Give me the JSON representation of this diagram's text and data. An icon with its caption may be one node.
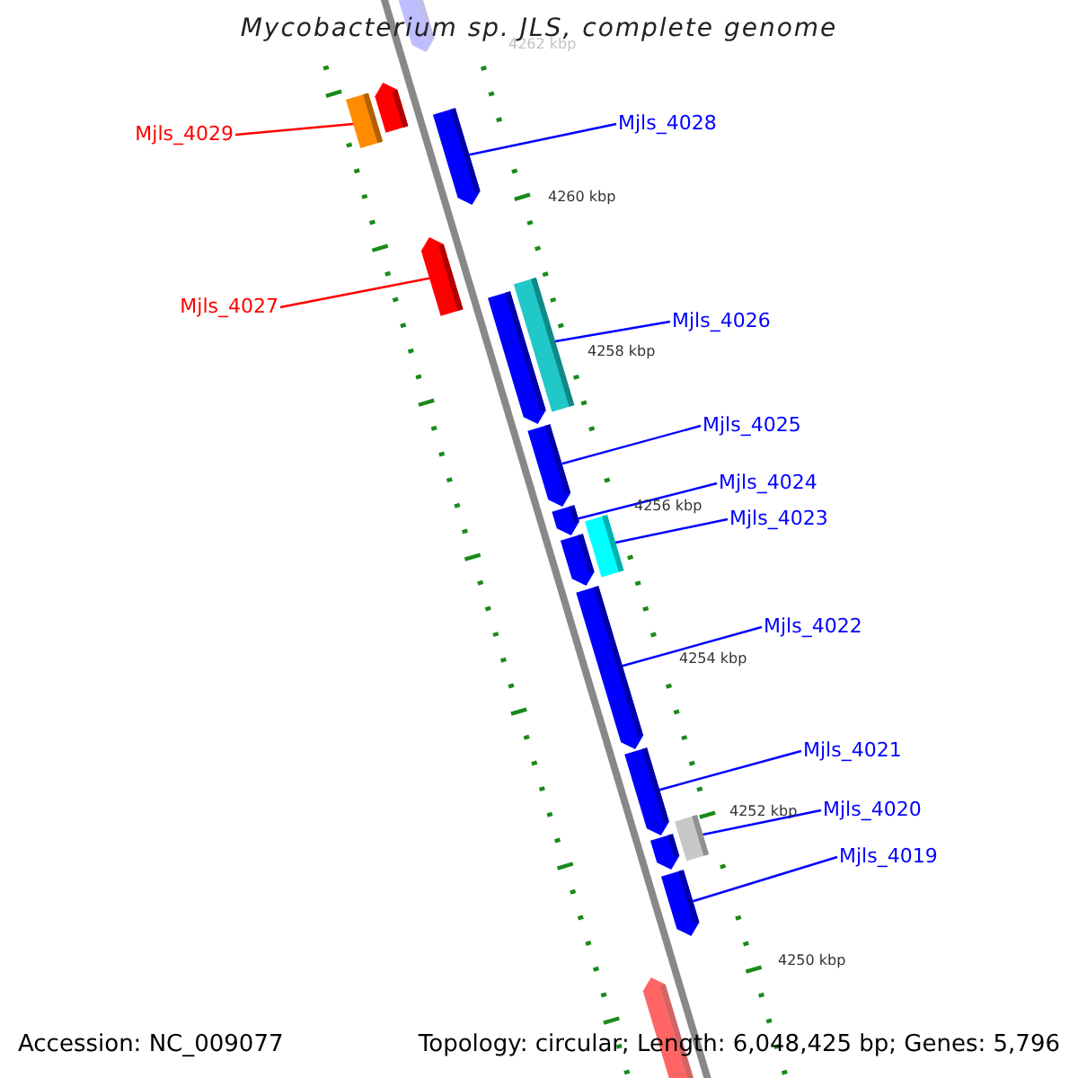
{
  "diagram": {
    "title": "Mycobacterium sp. JLS, complete genome",
    "nodes": [
      {
        "text": [],
        "shape": "pentagon"
      },
      {
        "text": [],
        "shape": "pentagon"
      },
      {
        "text": [
          "Mjls_4029"
        ]
      },
      {
        "text": [],
        "shape": "bar"
      },
      {
        "text": [
          "Mjls_4028"
        ]
      },
      {
        "text": [],
        "shape": "pentagon"
      },
      {
        "text": [
          "Mjls_4027"
        ]
      },
      {
        "text": [],
        "shape": "pentagon"
      },
      {
        "text": [
          "Mjls_4026"
        ]
      },
      {
        "text": [],
        "shape": "bar"
      },
      {
        "text": [],
        "shape": "pentagon"
      },
      {
        "text": [
          "Mjls_4025"
        ]
      },
      {
        "text": [],
        "shape": "pentagon"
      },
      {
        "text": [
          "Mjls_4024"
        ]
      },
      {
        "text": [],
        "shape": "pentagon"
      },
      {
        "text": [
          "Mjls_4023"
        ]
      },
      {
        "text": [],
        "shape": "bar"
      },
      {
        "text": [],
        "shape": "pentagon"
      },
      {
        "text": [
          "Mjls_4022"
        ]
      },
      {
        "text": [],
        "shape": "pentagon"
      },
      {
        "text": [
          "Mjls_4021"
        ]
      },
      {
        "text": [],
        "shape": "pentagon"
      },
      {
        "text": [
          "Mjls_4020"
        ]
      },
      {
        "text": [],
        "shape": "bar"
      },
      {
        "text": [],
        "shape": "pentagon"
      },
      {
        "text": [
          "Mjls_4019"
        ]
      },
      {
        "text": [],
        "shape": "pentagon"
      },
      {
        "text": [],
        "shape": "pentagon"
      }
    ],
    "edges": [
      {
        "from": 2,
        "to": 3,
        "arrow": "none",
        "color": "#ff0000"
      },
      {
        "from": 4,
        "to": 5,
        "arrow": "none"
      },
      {
        "from": 6,
        "to": 7,
        "arrow": "none",
        "color": "#ff0000"
      },
      {
        "from": 8,
        "to": 9,
        "arrow": "none"
      },
      {
        "from": 11,
        "to": 12,
        "arrow": "none"
      },
      {
        "from": 13,
        "to": 14,
        "arrow": "none"
      },
      {
        "from": 15,
        "to": 16,
        "arrow": "none"
      },
      {
        "from": 18,
        "to": 19,
        "arrow": "none"
      },
      {
        "from": 20,
        "to": 21,
        "arrow": "none"
      },
      {
        "from": 22,
        "to": 23,
        "arrow": "none"
      },
      {
        "from": 25,
        "to": 26,
        "arrow": "none"
      }
    ],
    "labels": [
      "4262 kbp",
      "4260 kbp",
      "4258 kbp",
      "4256 kbp",
      "4254 kbp",
      "4252 kbp",
      "4250 kbp",
      "Accession: NC_009077",
      "Topology: circular; Length: 6,048,425 bp; Genes: 5,796"
    ]
  }
}
